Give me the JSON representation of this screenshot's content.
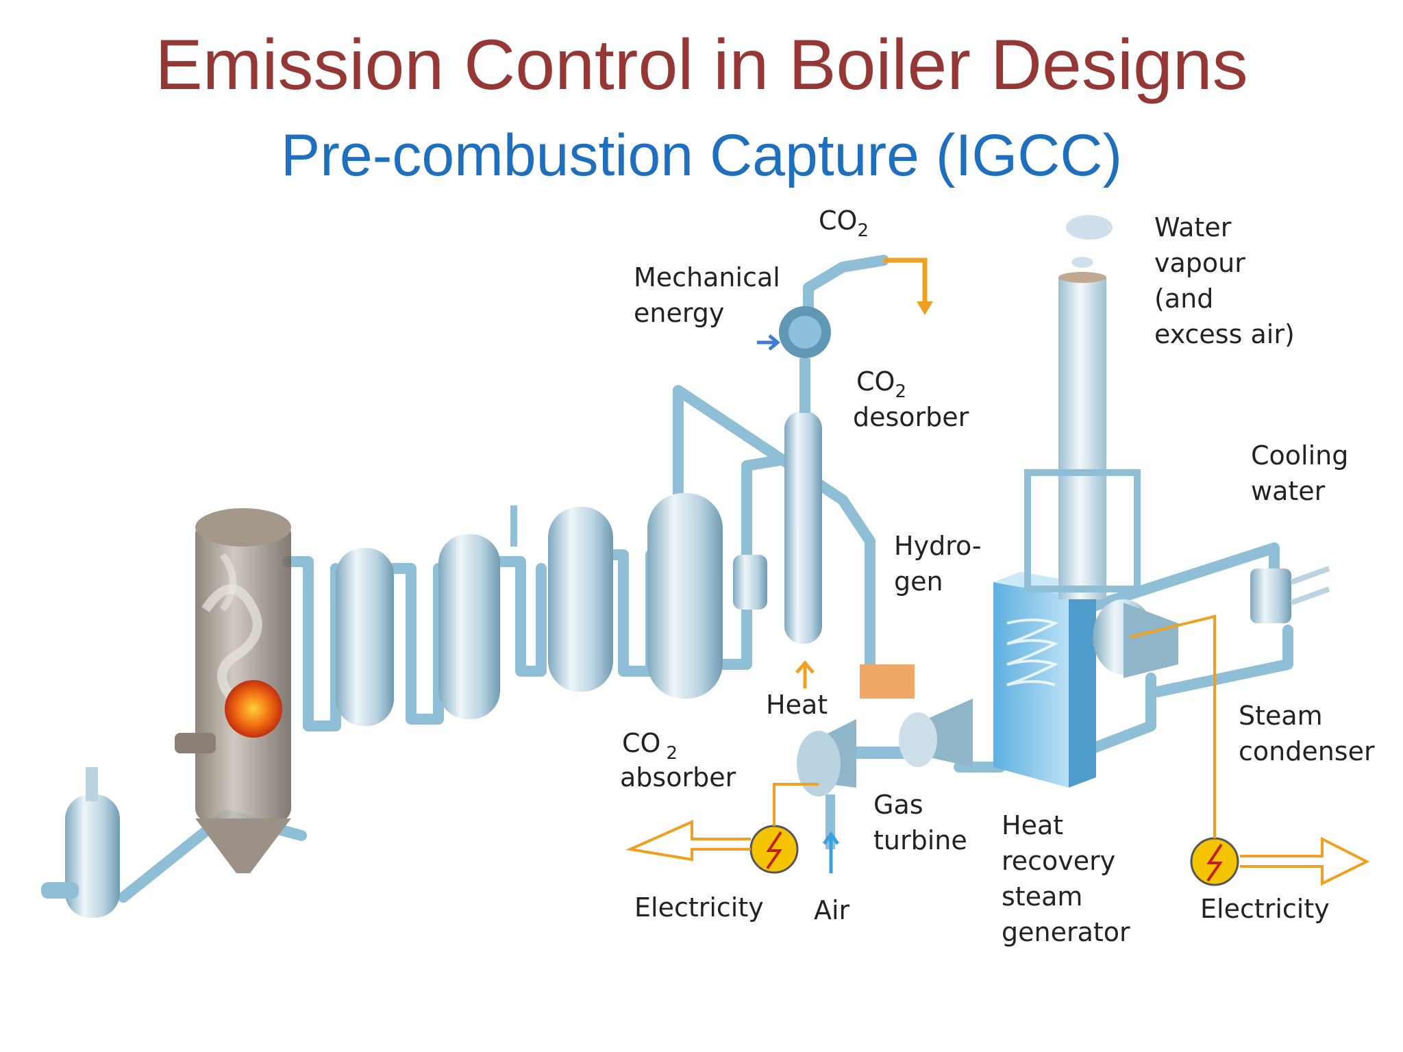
{
  "title": "Emission Control in Boiler Designs",
  "subtitle": "Pre-combustion Capture (IGCC)",
  "diagram": {
    "labels": {
      "co2_top": "CO",
      "co2_top_sub": "2",
      "mechanical_energy_1": "Mechanical",
      "mechanical_energy_2": "energy",
      "co2_desorber_1": "CO",
      "co2_desorber_1_sub": "2",
      "co2_desorber_2": "desorber",
      "hydrogen_1": "Hydro-",
      "hydrogen_2": "gen",
      "heat": "Heat",
      "co2_absorber_1": "CO",
      "co2_absorber_1_sub": "2",
      "co2_absorber_2": "absorber",
      "gas_turbine_1": "Gas",
      "gas_turbine_2": "turbine",
      "hrsg_1": "Heat",
      "hrsg_2": "recovery",
      "hrsg_3": "steam",
      "hrsg_4": "generator",
      "water_vapour_1": "Water",
      "water_vapour_2": "vapour",
      "water_vapour_3": "(and",
      "water_vapour_4": "excess air)",
      "cooling_water_1": "Cooling",
      "cooling_water_2": "water",
      "steam_condenser_1": "Steam",
      "steam_condenser_2": "condenser",
      "electricity_left": "Electricity",
      "air": "Air",
      "electricity_right": "Electricity"
    },
    "colors": {
      "pipe": "#8fbfd6",
      "vessel_light": "#e3eef4",
      "vessel_dark": "#7ea9bf",
      "arrow_orange": "#f0a020",
      "flow_blue": "#3aa0e0",
      "generator_yellow": "#f5c400",
      "fire": "#e84a10"
    },
    "icons": [
      "generator-icon",
      "fire-icon",
      "compressor-icon",
      "turbine-icon",
      "steam-icon"
    ]
  }
}
